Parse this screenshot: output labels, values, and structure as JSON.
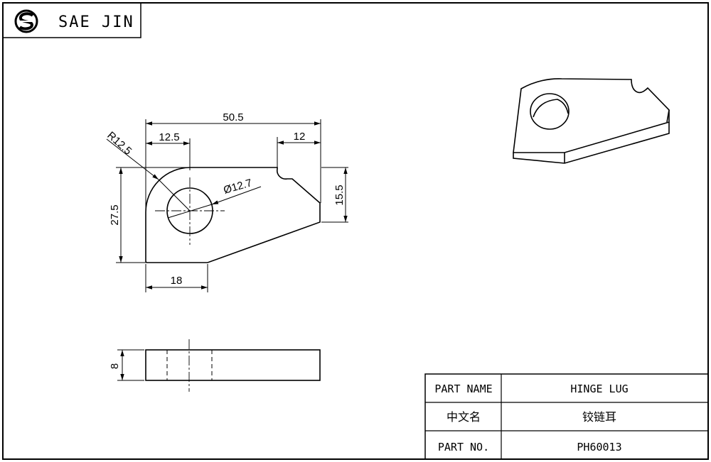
{
  "brand": {
    "name": "SAE JIN",
    "logo_icon": "sae-jin-logo-icon"
  },
  "drawing": {
    "dimensions": {
      "overall_width": "50.5",
      "left_flat": "12.5",
      "right_flat": "12",
      "corner_radius": "R12.5",
      "hole_diameter": "Ø12.7",
      "height": "27.5",
      "right_height": "15.5",
      "bottom_flat": "18",
      "thickness": "8"
    }
  },
  "title_block": {
    "part_name_label": "PART NAME",
    "part_name_value": "HINGE LUG",
    "chinese_name_label": "中文名",
    "chinese_name_value": "铰链耳",
    "part_no_label": "PART NO.",
    "part_no_value": "PH60013"
  },
  "colors": {
    "line": "#000000",
    "background": "#ffffff"
  }
}
